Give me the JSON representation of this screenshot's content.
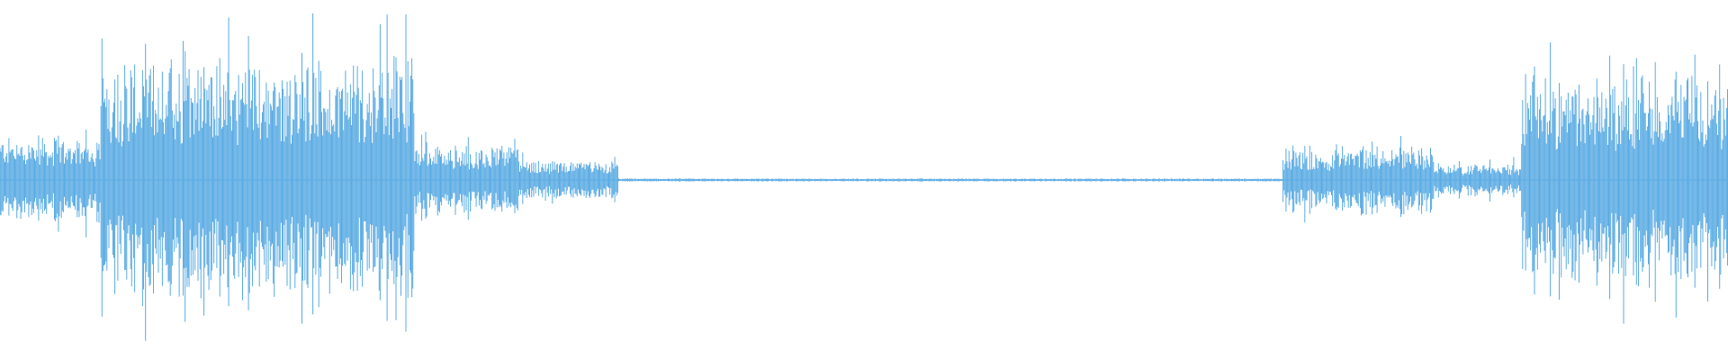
{
  "waveform": {
    "color": "#5aabe4",
    "background": "#ffffff",
    "regions": [
      {
        "kind": "speech",
        "start": 0.0,
        "end": 0.058,
        "level": 0.22
      },
      {
        "kind": "speech",
        "start": 0.058,
        "end": 0.24,
        "level": 0.62
      },
      {
        "kind": "speech",
        "start": 0.24,
        "end": 0.3,
        "level": 0.18
      },
      {
        "kind": "speech",
        "start": 0.3,
        "end": 0.358,
        "level": 0.1
      },
      {
        "kind": "silence",
        "start": 0.358,
        "end": 0.742,
        "level": 0.004
      },
      {
        "kind": "speech",
        "start": 0.742,
        "end": 0.772,
        "level": 0.16
      },
      {
        "kind": "speech",
        "start": 0.772,
        "end": 0.83,
        "level": 0.18
      },
      {
        "kind": "speech",
        "start": 0.83,
        "end": 0.88,
        "level": 0.08
      },
      {
        "kind": "speech",
        "start": 0.88,
        "end": 1.0,
        "level": 0.52
      }
    ]
  }
}
